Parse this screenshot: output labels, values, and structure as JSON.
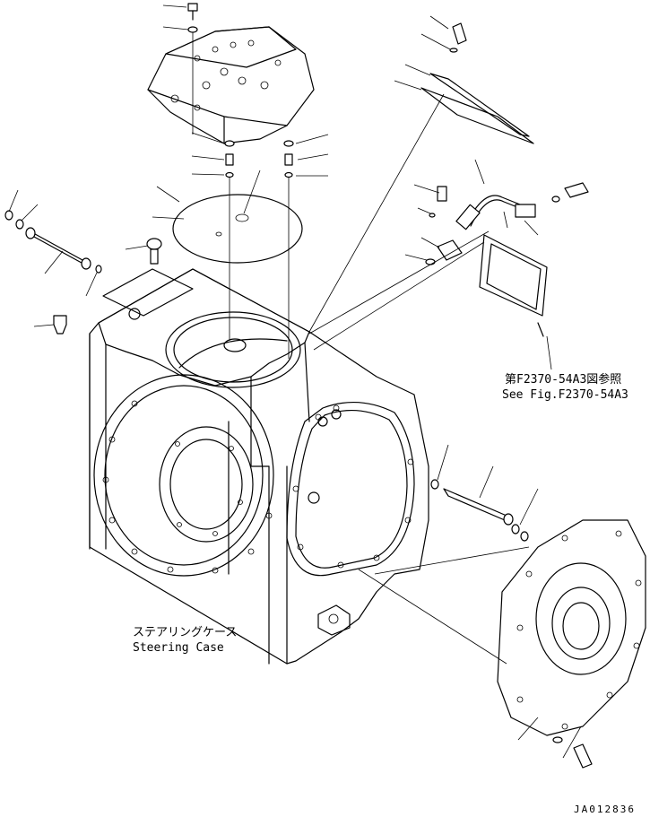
{
  "reference_note": {
    "line_jp": "第F2370-54A3図参照",
    "line_en": "See Fig.F2370-54A3"
  },
  "main_label": {
    "line_jp": "ステアリングケース",
    "line_en": "Steering Case"
  },
  "drawing_code": "JA012836"
}
